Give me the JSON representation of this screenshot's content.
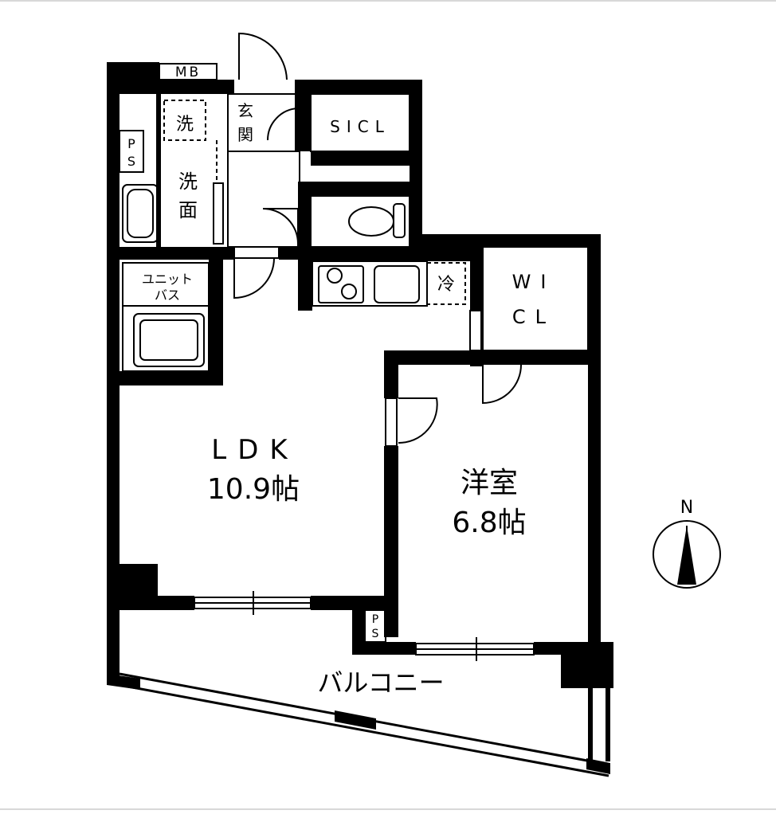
{
  "labels": {
    "mb": "MB",
    "sen": "洗",
    "senmen_1": "洗",
    "senmen_2": "面",
    "ps_top_1": "P",
    "ps_top_2": "S",
    "genkan_1": "玄",
    "genkan_2": "関",
    "sicl": "SICL",
    "unit_1": "ユニット",
    "unit_2": "バス",
    "rei": "冷",
    "wicl_1": "WI",
    "wicl_2": "CL",
    "ldk_1": "LDK",
    "ldk_2": "10.9帖",
    "youshitsu_1": "洋室",
    "youshitsu_2": "6.8帖",
    "ps_bot_1": "P",
    "ps_bot_2": "S",
    "balcony": "バルコニー",
    "north": "N"
  }
}
